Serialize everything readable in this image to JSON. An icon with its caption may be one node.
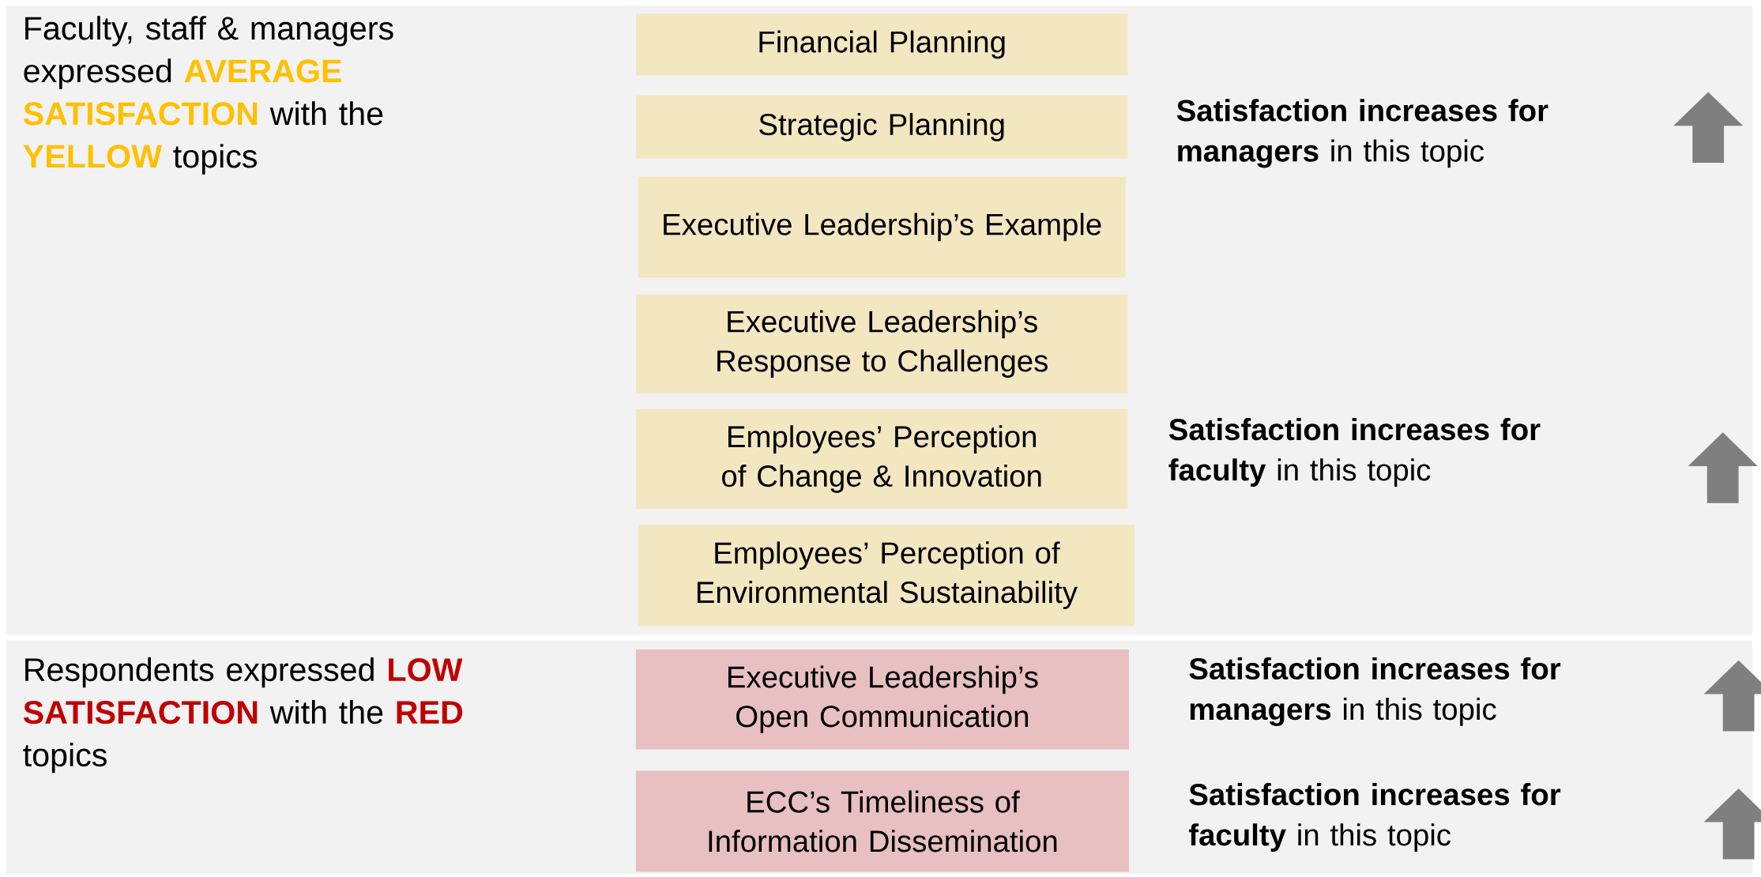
{
  "diagram": {
    "nodes": [
      {
        "text": [
          "Faculty, staff & managers expressed **AVERAGE SATISFACTION** with the **YELLOW** topics"
        ]
      },
      {
        "text": [
          "Financial Planning"
        ],
        "in": 0
      },
      {
        "text": [
          "Strategic Planning"
        ],
        "in": 0
      },
      {
        "text": [
          "Executive Leadership’s Example"
        ],
        "in": 0
      },
      {
        "text": [
          "Executive Leadership’s Response to Challenges"
        ],
        "in": 0
      },
      {
        "text": [
          "Employees’ Perception of Change & Innovation"
        ],
        "in": 0
      },
      {
        "text": [
          "Employees’ Perception of Environmental Sustainability"
        ],
        "in": 0
      },
      {
        "text": [
          "Respondents expressed **LOW SATISFACTION** with the **RED** topics"
        ]
      },
      {
        "text": [
          "Executive Leadership’s Open Communication"
        ],
        "in": 7
      },
      {
        "text": [
          "ECC’s Timeliness of Information Dissemination"
        ],
        "in": 7
      }
    ],
    "labels": [
      "**Satisfaction increases for managers** in this topic",
      "**Satisfaction increases for faculty** in this topic",
      "**Satisfaction increases for managers** in this topic",
      "**Satisfaction increases for faculty** in this topic"
    ]
  }
}
